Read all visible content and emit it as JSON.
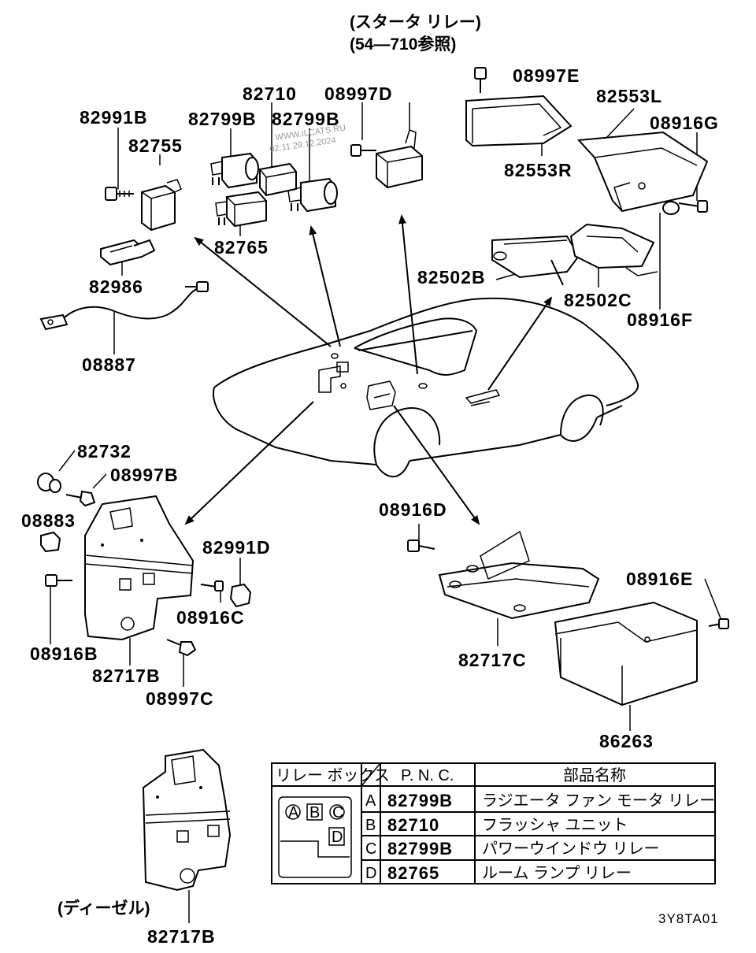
{
  "starter_relay": {
    "line1": "(スタータ リレー)",
    "line2": "(54—710参照)"
  },
  "watermark": {
    "line1": "WWW.ILCATS.RU",
    "line2": "02:11 29.12.2024"
  },
  "labels": {
    "p08997E": "08997E",
    "p82553L": "82553L",
    "p08916G": "08916G",
    "p82553R": "82553R",
    "p82710": "82710",
    "p08997D": "08997D",
    "p82991B": "82991B",
    "p82799B_a": "82799B",
    "p82799B_b": "82799B",
    "p82755": "82755",
    "p82765": "82765",
    "p82986": "82986",
    "p08887": "08887",
    "p82502B": "82502B",
    "p82502C": "82502C",
    "p08916F": "08916F",
    "p82732": "82732",
    "p08997B": "08997B",
    "p08883": "08883",
    "p82991D": "82991D",
    "p08916C": "08916C",
    "p08916B": "08916B",
    "p82717B": "82717B",
    "p08997C": "08997C",
    "p08916D": "08916D",
    "p08916E": "08916E",
    "p82717C": "82717C",
    "p86263": "86263",
    "p82717B_diesel": "82717B"
  },
  "diesel_label": "(ディーゼル)",
  "table": {
    "header_box": "リレー ボックス",
    "header_pnc": "P. N. C.",
    "header_name": "部品名称",
    "box_letters": [
      "A",
      "B",
      "C",
      "D"
    ],
    "rows": [
      {
        "key": "A",
        "pnc": "82799B",
        "name": "ラジエータ ファン モータ リレー"
      },
      {
        "key": "B",
        "pnc": "82710",
        "name": "フラッシャ ユニット"
      },
      {
        "key": "C",
        "pnc": "82799B",
        "name": "パワーウインドウ リレー"
      },
      {
        "key": "D",
        "pnc": "82765",
        "name": "ルーム ランプ リレー"
      }
    ]
  },
  "diagram_code": "3Y8TA01"
}
